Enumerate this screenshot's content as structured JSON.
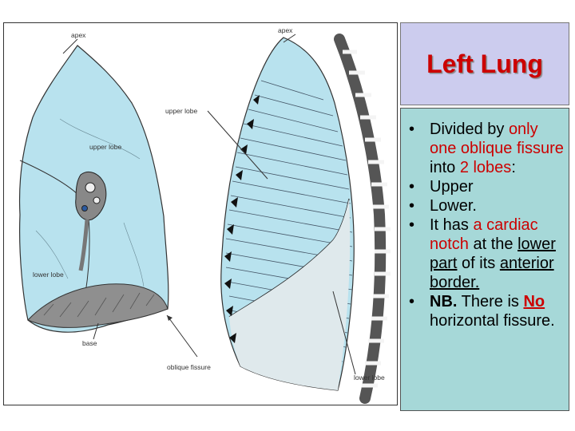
{
  "figure": {
    "labels": {
      "apex_left": "apex",
      "apex_right": "apex",
      "upper_lobe_medial": "upper lobe",
      "upper_lobe_lateral": "upper lobe",
      "lower_lobe_medial": "lower lobe",
      "lower_lobe_lateral": "lower lobe",
      "base": "base",
      "oblique_fissure": "oblique fissure"
    }
  },
  "title": "Left Lung",
  "bullets": {
    "b1": {
      "p1": "Divided by ",
      "p2": "only one oblique fissure",
      "p3": " into ",
      "p4": "2 lobes",
      "p5": ":"
    },
    "b2": "Upper",
    "b3": "Lower.",
    "b4": {
      "p1": "It has ",
      "p2": "a cardiac notch",
      "p3": " at the ",
      "p4": "lower part",
      "p5": " of its ",
      "p6": "anterior border."
    },
    "b5": {
      "p1": "NB.",
      "p2": " There is ",
      "p3": "No ",
      "p4": "horizontal fissure."
    }
  },
  "colors": {
    "lung_fill": "#b8e2ee",
    "title_red": "#cc0000",
    "title_bg": "#ccccee",
    "bullets_bg": "#a6d8d8"
  }
}
